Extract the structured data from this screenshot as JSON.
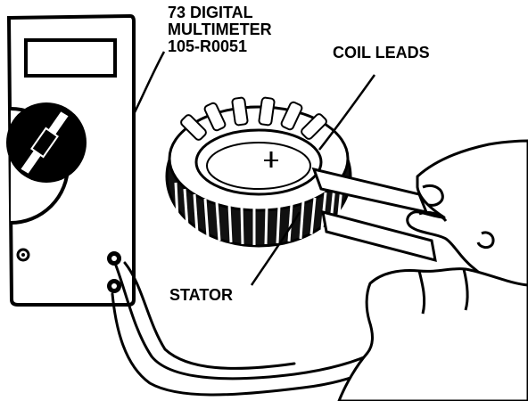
{
  "labels": {
    "meter_line1": "73 DIGITAL",
    "meter_line2": "MULTIMETER",
    "meter_line3": "105-R0051",
    "coil_leads": "COIL LEADS",
    "stator": "STATOR"
  },
  "colors": {
    "ink": "#000000",
    "paper": "#ffffff"
  }
}
